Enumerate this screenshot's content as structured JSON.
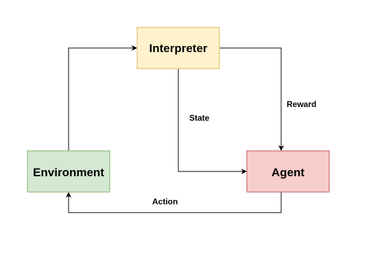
{
  "nodes": {
    "interpreter": {
      "label": "Interpreter",
      "fill": "#fff2cc",
      "stroke": "#d6b656"
    },
    "environment": {
      "label": "Environment",
      "fill": "#d5e8d4",
      "stroke": "#82b366"
    },
    "agent": {
      "label": "Agent",
      "fill": "#f8cecc",
      "stroke": "#b85450"
    }
  },
  "edges": {
    "state": {
      "label": "State",
      "from": "Interpreter",
      "to": "Agent"
    },
    "reward": {
      "label": "Reward",
      "from": "Interpreter",
      "to": "Agent"
    },
    "action": {
      "label": "Action",
      "from": "Agent",
      "to": "Environment"
    },
    "observation": {
      "from": "Environment",
      "to": "Interpreter"
    }
  }
}
